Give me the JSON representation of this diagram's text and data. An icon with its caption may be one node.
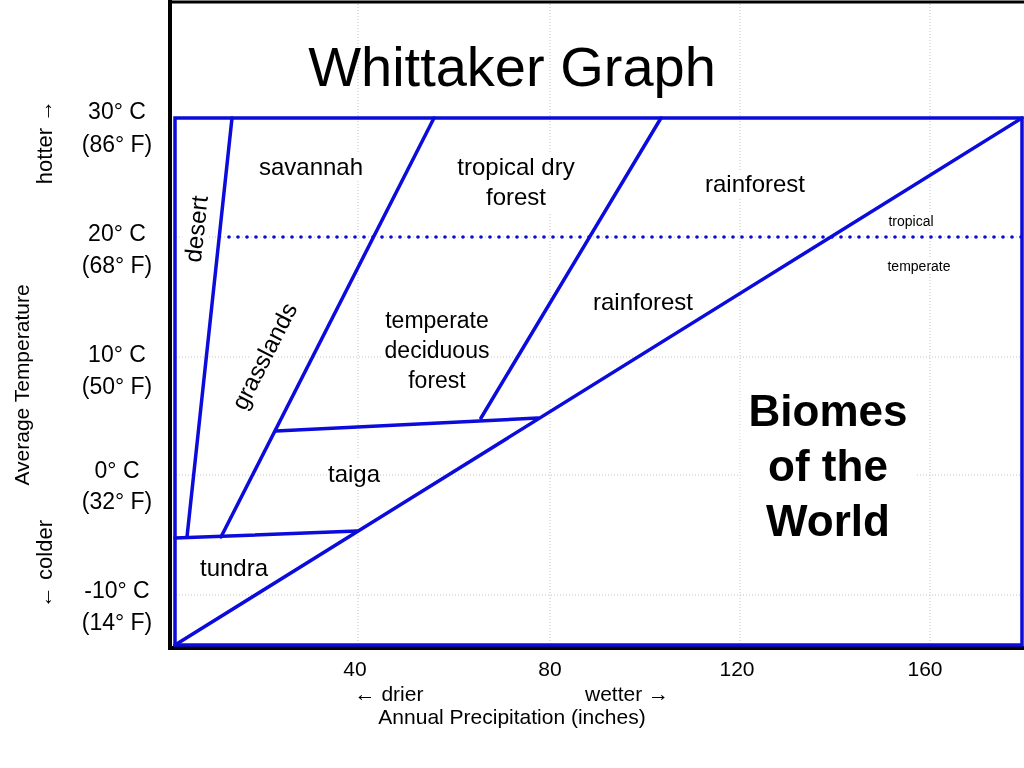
{
  "diagram": {
    "title": "Whittaker Graph",
    "labels": [
      "hotter →",
      "30° C",
      "(86° F)",
      "savannah",
      "tropical dry forest",
      "rainforest",
      "desert",
      "tropical",
      "20° C",
      "(68° F)",
      "temperate",
      "Average Temperature",
      "rainforest",
      "grasslands",
      "temperate deciduous forest",
      "10° C",
      "(50° F)",
      "Biomes of the World",
      "0° C",
      "taiga",
      "(32° F)",
      "← colder",
      "tundra",
      "-10° C",
      "(14° F)",
      "40",
      "80",
      "120",
      "160",
      "← drier",
      "wetter →",
      "Annual Precipitation (inches)"
    ]
  }
}
